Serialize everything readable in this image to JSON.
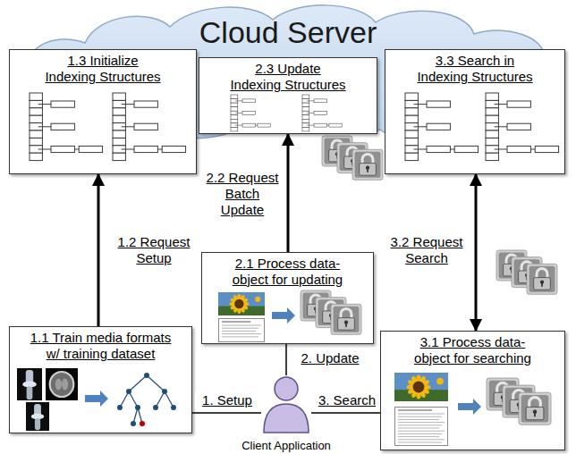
{
  "diagram": {
    "nodes": [
      {
        "text": [
          "Cloud Server"
        ]
      },
      {
        "text": [
          "1.3 Initialize Indexing Structures"
        ],
        "in": 0
      },
      {
        "text": [
          "2.3 Update Indexing Structures"
        ],
        "in": 0
      },
      {
        "text": [
          "3.3 Search in Indexing Structures"
        ],
        "in": 0
      },
      {
        "text": [
          "2.1 Process data-object for updating"
        ]
      },
      {
        "text": [
          "1.1 Train media formats w/ training dataset"
        ]
      },
      {
        "text": [
          "3.1 Process data-object for searching"
        ]
      },
      {
        "text": [
          "Client Application"
        ]
      }
    ],
    "edges": [
      {
        "from": 5,
        "to": 1,
        "label": "1.2 Request Setup",
        "arrow": "to"
      },
      {
        "from": 4,
        "to": 2,
        "label": "2.2 Request Batch Update",
        "arrow": "to"
      },
      {
        "from": 6,
        "to": 3,
        "label": "3.2 Request Search",
        "arrow": "both"
      },
      {
        "from": 7,
        "to": 5,
        "label": "1. Setup",
        "arrow": "none"
      },
      {
        "from": 7,
        "to": 4,
        "label": "2. Update",
        "arrow": "none"
      },
      {
        "from": 7,
        "to": 6,
        "label": "3. Search",
        "arrow": "none"
      }
    ]
  }
}
